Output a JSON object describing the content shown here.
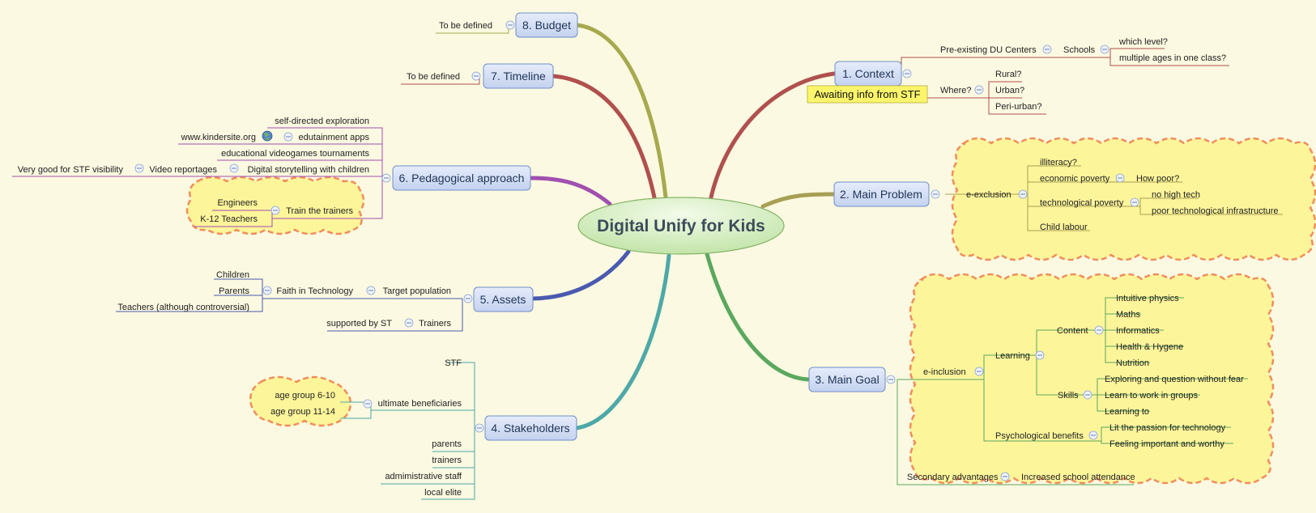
{
  "central": "Digital Unify for Kids",
  "topics": {
    "context": "1. Context",
    "main_problem": "2. Main Problem",
    "main_goal": "3. Main Goal",
    "stakeholders": "4. Stakeholders",
    "assets": "5. Assets",
    "pedagogical": "6. Pedagogical approach",
    "timeline": "7. Timeline",
    "budget": "8. Budget"
  },
  "context": {
    "callout": "Awaiting info from STF",
    "pre_existing": "Pre-existing DU Centers",
    "schools": "Schools",
    "which_level": "which level?",
    "multiple_ages": "multiple ages in one class?",
    "where": "Where?",
    "rural": "Rural?",
    "urban": "Urban?",
    "peri_urban": "Peri-urban?"
  },
  "problem": {
    "e_exclusion": "e-exclusion",
    "illiteracy": "illiteracy?",
    "economic_poverty": "economic poverty",
    "how_poor": "How poor?",
    "tech_poverty": "technological poverty",
    "no_high_tech": "no high tech",
    "poor_infra": "poor technological infrastructure",
    "child_labour": "Child labour"
  },
  "goal": {
    "e_inclusion": "e-inclusion",
    "learning": "Learning",
    "content": "Content",
    "intuitive_physics": "Intuitive physics",
    "maths": "Maths",
    "informatics": "Informatics",
    "health": "Health & Hygene",
    "nutrition": "Nutrition",
    "skills": "Skills",
    "exploring": "Exploring and question without fear",
    "groups": "Learn to work in groups",
    "learning_to": "Learning to",
    "psych": "Psychological benefits",
    "lit_passion": "Lit the passion for technology",
    "feeling_important": "Feeling important and worthy",
    "secondary": "Secondary advantages",
    "attendance": "Increased school attendance"
  },
  "stakeholders": {
    "stf": "STF",
    "ultimate": "ultimate beneficiaries",
    "age_6_10": "age group 6-10",
    "age_11_14": "age group 11-14",
    "parents": "parents",
    "trainers": "trainers",
    "admin": "admimistrative staff",
    "local_elite": "local elite"
  },
  "assets": {
    "target_population": "Target population",
    "faith": "Faith in Technology",
    "children": "Children",
    "parents": "Parents",
    "teachers": "Teachers (although controversial)",
    "trainers": "Trainers",
    "supported": "supported by ST"
  },
  "pedagogical": {
    "self_directed": "self-directed exploration",
    "edutainment": "edutainment apps",
    "kindersite": "www.kindersite.org",
    "videogames": "educational videogames tournaments",
    "storytelling": "Digital storytelling with children",
    "video_reportages": "Video reportages",
    "visibility": "Very good for STF visibility",
    "train_trainers": "Train the trainers",
    "engineers": "Engineers",
    "k12": "K-12 Teachers"
  },
  "timeline": {
    "tbd": "To be defined"
  },
  "budget": {
    "tbd": "To be defined"
  },
  "colors": {
    "background": "#fbf9e1",
    "context": "#b0504f",
    "main_problem": "#a79f54",
    "main_goal": "#5aa85e",
    "stakeholders": "#4ea8a8",
    "assets": "#4a5ab0",
    "pedagogical": "#a050b0",
    "timeline": "#b0504f",
    "budget": "#a7a94e",
    "cloud_fill": "#fdf59a",
    "cloud_border": "#ef8e5c",
    "callout_fill": "#fbf56b"
  }
}
